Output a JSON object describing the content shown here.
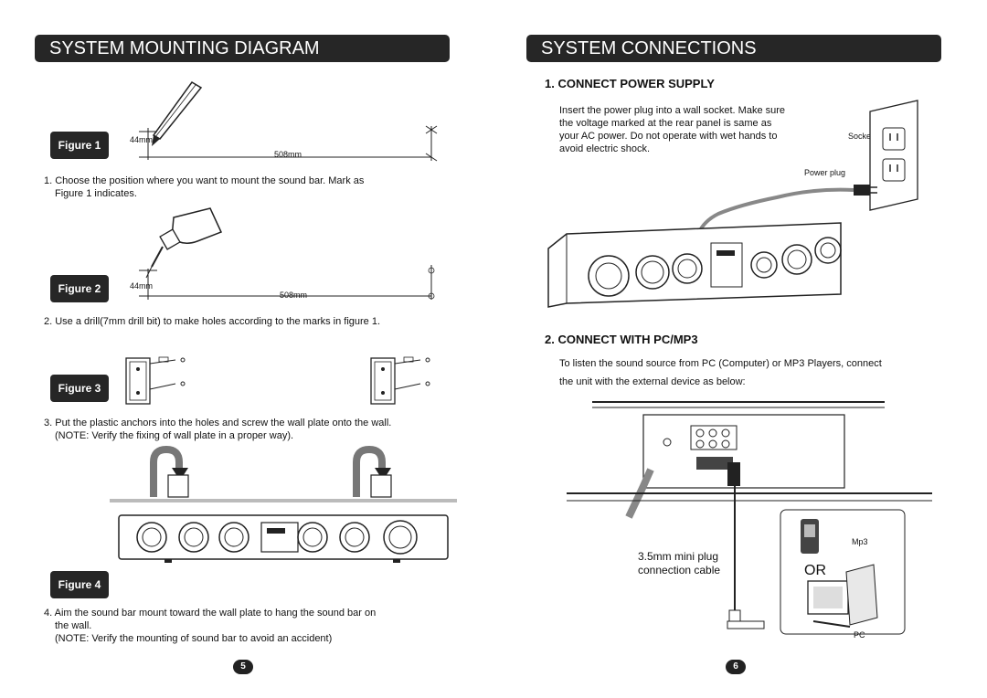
{
  "left": {
    "banner": "SYSTEM MOUNTING DIAGRAM",
    "figures": [
      {
        "label": "Figure 1",
        "dim_height": "44mm",
        "dim_width": "508mm"
      },
      {
        "label": "Figure 2",
        "dim_height": "44mm",
        "dim_width": "508mm"
      },
      {
        "label": "Figure 3"
      },
      {
        "label": "Figure 4"
      }
    ],
    "steps": [
      {
        "lines": [
          "1. Choose the position where you want to mount the sound bar. Mark as",
          "Figure 1 indicates."
        ]
      },
      {
        "lines": [
          "2. Use a drill(7mm drill bit) to make holes according to the marks in figure 1."
        ]
      },
      {
        "lines": [
          "3. Put the plastic anchors into the holes and screw the wall plate onto the wall.",
          "(NOTE: Verify the fixing of wall plate in a proper way)."
        ]
      },
      {
        "lines": [
          "4. Aim the sound bar mount toward the wall plate to hang the sound bar on",
          "the wall.",
          "(NOTE: Verify the mounting of sound bar to avoid an accident)"
        ]
      }
    ],
    "page_number": "5"
  },
  "right": {
    "banner": "SYSTEM CONNECTIONS",
    "section1": {
      "heading": "1. CONNECT POWER SUPPLY",
      "lines": [
        "Insert the power plug into a wall socket. Make sure",
        "the voltage marked at the rear panel is same as",
        "your AC power. Do not operate with wet hands to",
        "avoid electric shock."
      ],
      "socket_label": "Socket",
      "plug_label": "Power plug"
    },
    "section2": {
      "heading": "2. CONNECT WITH PC/MP3",
      "lines": [
        "To listen the sound source from PC (Computer) or MP3 Players, connect",
        "the unit with the external device as below:"
      ],
      "cable_lines": [
        "3.5mm mini plug",
        "connection cable"
      ],
      "mp3_label": "Mp3",
      "or_label": "OR",
      "pc_label": "PC"
    },
    "page_number": "6"
  }
}
